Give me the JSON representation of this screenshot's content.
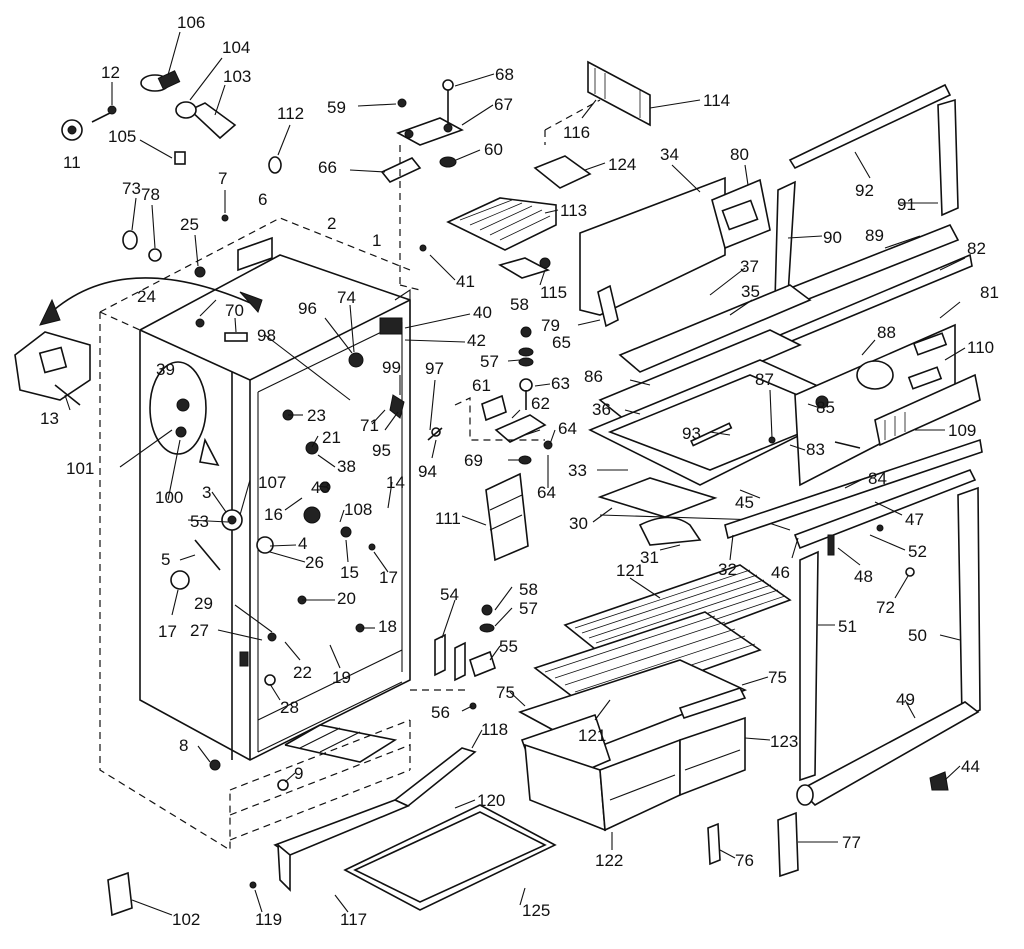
{
  "parts": [
    {
      "id": "p106",
      "label": "106"
    },
    {
      "id": "p104",
      "label": "104"
    },
    {
      "id": "p103",
      "label": "103"
    },
    {
      "id": "p12",
      "label": "12"
    },
    {
      "id": "p105",
      "label": "105"
    },
    {
      "id": "p11",
      "label": "11"
    },
    {
      "id": "p112",
      "label": "112"
    },
    {
      "id": "p7",
      "label": "7"
    },
    {
      "id": "p73",
      "label": "73"
    },
    {
      "id": "p78",
      "label": "78"
    },
    {
      "id": "p25",
      "label": "25"
    },
    {
      "id": "p6",
      "label": "6"
    },
    {
      "id": "p2",
      "label": "2"
    },
    {
      "id": "p1",
      "label": "1"
    },
    {
      "id": "p59",
      "label": "59"
    },
    {
      "id": "p68",
      "label": "68"
    },
    {
      "id": "p67",
      "label": "67"
    },
    {
      "id": "p66",
      "label": "66"
    },
    {
      "id": "p60",
      "label": "60"
    },
    {
      "id": "p41",
      "label": "41"
    },
    {
      "id": "p116",
      "label": "116"
    },
    {
      "id": "p114",
      "label": "114"
    },
    {
      "id": "p124",
      "label": "124"
    },
    {
      "id": "p34",
      "label": "34"
    },
    {
      "id": "p80",
      "label": "80"
    },
    {
      "id": "p113",
      "label": "113"
    },
    {
      "id": "p92",
      "label": "92"
    },
    {
      "id": "p91",
      "label": "91"
    },
    {
      "id": "p90",
      "label": "90"
    },
    {
      "id": "p89",
      "label": "89"
    },
    {
      "id": "p82",
      "label": "82"
    },
    {
      "id": "p37",
      "label": "37"
    },
    {
      "id": "p115",
      "label": "115"
    },
    {
      "id": "p35",
      "label": "35"
    },
    {
      "id": "p81",
      "label": "81"
    },
    {
      "id": "p24",
      "label": "24"
    },
    {
      "id": "p70",
      "label": "70"
    },
    {
      "id": "p96",
      "label": "96"
    },
    {
      "id": "p74",
      "label": "74"
    },
    {
      "id": "p40",
      "label": "40"
    },
    {
      "id": "p58a",
      "label": "58"
    },
    {
      "id": "p79",
      "label": "79"
    },
    {
      "id": "p98",
      "label": "98"
    },
    {
      "id": "p42",
      "label": "42"
    },
    {
      "id": "p65",
      "label": "65"
    },
    {
      "id": "p88",
      "label": "88"
    },
    {
      "id": "p110",
      "label": "110"
    },
    {
      "id": "p99",
      "label": "99"
    },
    {
      "id": "p97",
      "label": "97"
    },
    {
      "id": "p57a",
      "label": "57"
    },
    {
      "id": "p39",
      "label": "39"
    },
    {
      "id": "p63",
      "label": "63"
    },
    {
      "id": "p86",
      "label": "86"
    },
    {
      "id": "p87",
      "label": "87"
    },
    {
      "id": "p61",
      "label": "61"
    },
    {
      "id": "p62",
      "label": "62"
    },
    {
      "id": "p36",
      "label": "36"
    },
    {
      "id": "p85",
      "label": "85"
    },
    {
      "id": "p13",
      "label": "13"
    },
    {
      "id": "p23",
      "label": "23"
    },
    {
      "id": "p71",
      "label": "71"
    },
    {
      "id": "p93",
      "label": "93"
    },
    {
      "id": "p109",
      "label": "109"
    },
    {
      "id": "p64a",
      "label": "64"
    },
    {
      "id": "p83",
      "label": "83"
    },
    {
      "id": "p21",
      "label": "21"
    },
    {
      "id": "p95",
      "label": "95"
    },
    {
      "id": "p101",
      "label": "101"
    },
    {
      "id": "p38",
      "label": "38"
    },
    {
      "id": "p94",
      "label": "94"
    },
    {
      "id": "p69",
      "label": "69"
    },
    {
      "id": "p33",
      "label": "33"
    },
    {
      "id": "p84",
      "label": "84"
    },
    {
      "id": "p43",
      "label": "43"
    },
    {
      "id": "p14",
      "label": "14"
    },
    {
      "id": "p64b",
      "label": "64"
    },
    {
      "id": "p100",
      "label": "100"
    },
    {
      "id": "p3",
      "label": "3"
    },
    {
      "id": "p107",
      "label": "107"
    },
    {
      "id": "p45",
      "label": "45"
    },
    {
      "id": "p16",
      "label": "16"
    },
    {
      "id": "p108",
      "label": "108"
    },
    {
      "id": "p47",
      "label": "47"
    },
    {
      "id": "p53",
      "label": "53"
    },
    {
      "id": "p111",
      "label": "111"
    },
    {
      "id": "p30",
      "label": "30"
    },
    {
      "id": "p4",
      "label": "4"
    },
    {
      "id": "p52",
      "label": "52"
    },
    {
      "id": "p31",
      "label": "31"
    },
    {
      "id": "p5",
      "label": "5"
    },
    {
      "id": "p26",
      "label": "26"
    },
    {
      "id": "p15",
      "label": "15"
    },
    {
      "id": "p17a",
      "label": "17"
    },
    {
      "id": "p32",
      "label": "32"
    },
    {
      "id": "p46",
      "label": "46"
    },
    {
      "id": "p48",
      "label": "48"
    },
    {
      "id": "p121a",
      "label": "121"
    },
    {
      "id": "p29",
      "label": "29"
    },
    {
      "id": "p20",
      "label": "20"
    },
    {
      "id": "p54",
      "label": "54"
    },
    {
      "id": "p58b",
      "label": "58"
    },
    {
      "id": "p72",
      "label": "72"
    },
    {
      "id": "p17b",
      "label": "17"
    },
    {
      "id": "p57b",
      "label": "57"
    },
    {
      "id": "p51",
      "label": "51"
    },
    {
      "id": "p50",
      "label": "50"
    },
    {
      "id": "p18",
      "label": "18"
    },
    {
      "id": "p27",
      "label": "27"
    },
    {
      "id": "p55",
      "label": "55"
    },
    {
      "id": "p22",
      "label": "22"
    },
    {
      "id": "p19",
      "label": "19"
    },
    {
      "id": "p75a",
      "label": "75"
    },
    {
      "id": "p75b",
      "label": "75"
    },
    {
      "id": "p28",
      "label": "28"
    },
    {
      "id": "p56",
      "label": "56"
    },
    {
      "id": "p49",
      "label": "49"
    },
    {
      "id": "p121b",
      "label": "121"
    },
    {
      "id": "p118",
      "label": "118"
    },
    {
      "id": "p123",
      "label": "123"
    },
    {
      "id": "p8",
      "label": "8"
    },
    {
      "id": "p9",
      "label": "9"
    },
    {
      "id": "p44",
      "label": "44"
    },
    {
      "id": "p120",
      "label": "120"
    },
    {
      "id": "p77",
      "label": "77"
    },
    {
      "id": "p122",
      "label": "122"
    },
    {
      "id": "p76",
      "label": "76"
    },
    {
      "id": "p125",
      "label": "125"
    },
    {
      "id": "p102",
      "label": "102"
    },
    {
      "id": "p119",
      "label": "119"
    },
    {
      "id": "p117",
      "label": "117"
    }
  ]
}
